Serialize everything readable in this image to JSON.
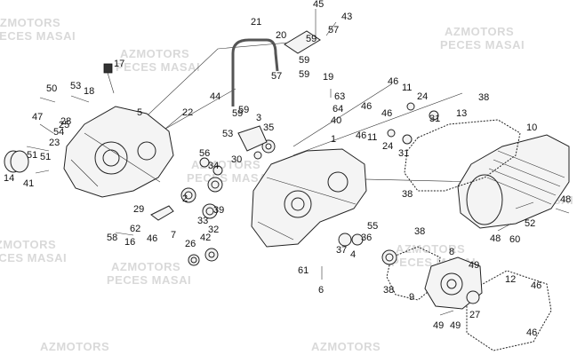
{
  "watermark": {
    "line1": "AZMOTORS",
    "line2": "PECES MASAI"
  },
  "parts": [
    "1",
    "2",
    "3",
    "4",
    "5",
    "6",
    "7",
    "8",
    "9",
    "10",
    "11",
    "11",
    "12",
    "13",
    "14",
    "16",
    "17",
    "18",
    "19",
    "20",
    "21",
    "22",
    "23",
    "24",
    "24",
    "25",
    "26",
    "27",
    "28",
    "29",
    "30",
    "31",
    "31",
    "32",
    "33",
    "34",
    "35",
    "36",
    "37",
    "38",
    "38",
    "38",
    "38",
    "39",
    "40",
    "41",
    "42",
    "43",
    "44",
    "45",
    "46",
    "46",
    "46",
    "46",
    "46",
    "46",
    "46",
    "47",
    "48",
    "48",
    "49",
    "49",
    "49",
    "50",
    "51",
    "51",
    "52",
    "53",
    "53",
    "54",
    "55",
    "56",
    "57",
    "57",
    "58",
    "59",
    "59",
    "59",
    "59",
    "59",
    "60",
    "61",
    "62",
    "63",
    "64"
  ],
  "colors": {
    "line": "#222222",
    "watermark": "#d9d9d9",
    "part_fill": "#f4f4f4"
  }
}
